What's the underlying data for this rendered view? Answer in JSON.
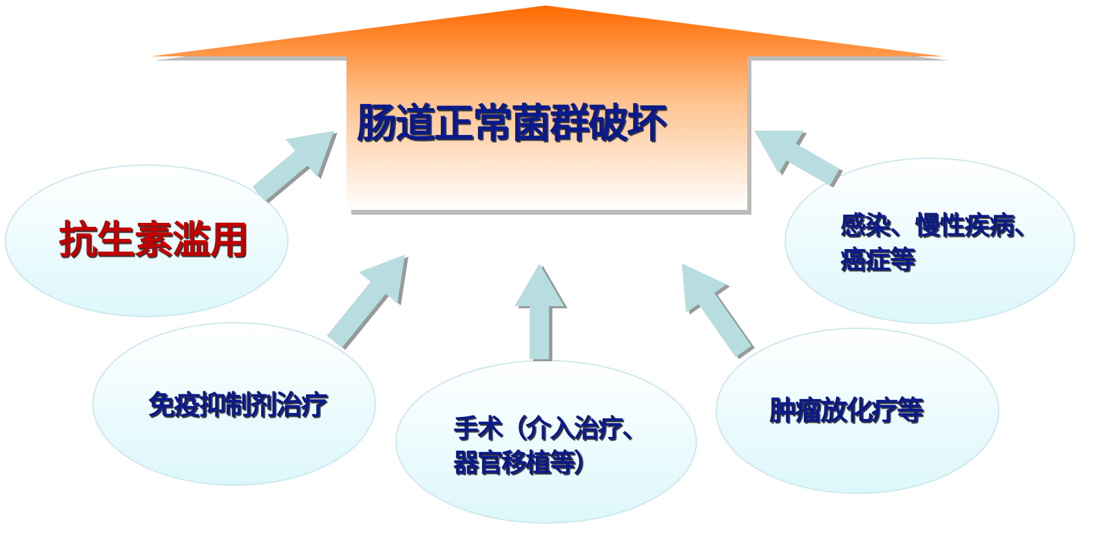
{
  "title": "肠道正常菌群破坏",
  "causes": [
    {
      "label": "抗生素滥用"
    },
    {
      "label": "免疫抑制剂治疗"
    },
    {
      "label_line1": "手术（介入治疗、",
      "label_line2": "器官移植等）"
    },
    {
      "label": "肿瘤放化疗等"
    },
    {
      "label_line1": "感染、慢性疾病、",
      "label_line2": "癌症等"
    }
  ],
  "colors": {
    "arrow_top": "#ff6a00",
    "title": "#0a1a8a",
    "highlight": "#c00000",
    "small_arrow": "#b7dde0"
  }
}
